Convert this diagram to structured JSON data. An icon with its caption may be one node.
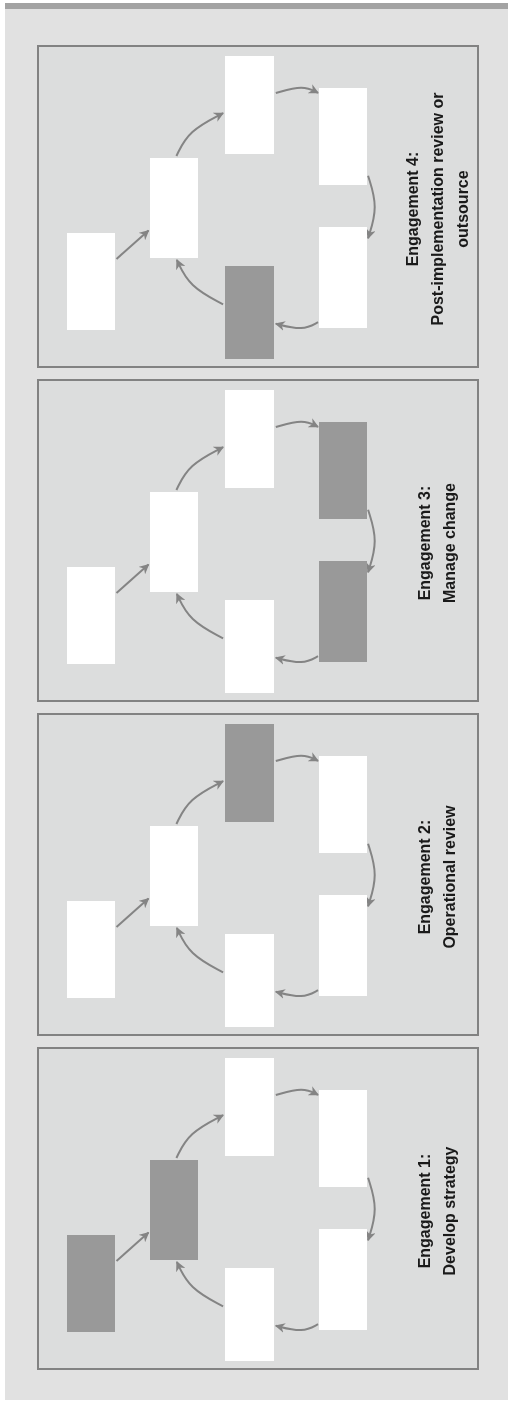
{
  "diagram": {
    "nodes": [
      {
        "text": [
          "Engagement 4:",
          "Post-implementation review or outsource"
        ]
      },
      {
        "text": [],
        "shape": "box",
        "in": 0
      },
      {
        "text": [],
        "shape": "box",
        "in": 0
      },
      {
        "text": [],
        "shape": "box",
        "in": 0
      },
      {
        "text": [],
        "shape": "box",
        "in": 0
      },
      {
        "text": [],
        "shape": "box",
        "in": 0
      },
      {
        "text": [],
        "shape": "box",
        "in": 0
      },
      {
        "text": [
          "Engagement 3:",
          "Manage change"
        ]
      },
      {
        "text": [],
        "shape": "box",
        "in": 7
      },
      {
        "text": [],
        "shape": "box",
        "in": 7
      },
      {
        "text": [],
        "shape": "box",
        "in": 7
      },
      {
        "text": [],
        "shape": "box",
        "in": 7
      },
      {
        "text": [],
        "shape": "box",
        "in": 7
      },
      {
        "text": [],
        "shape": "box",
        "in": 7
      },
      {
        "text": [
          "Engagement 2:",
          "Operational review"
        ]
      },
      {
        "text": [],
        "shape": "box",
        "in": 14
      },
      {
        "text": [],
        "shape": "box",
        "in": 14
      },
      {
        "text": [],
        "shape": "box",
        "in": 14
      },
      {
        "text": [],
        "shape": "box",
        "in": 14
      },
      {
        "text": [],
        "shape": "box",
        "in": 14
      },
      {
        "text": [],
        "shape": "box",
        "in": 14
      },
      {
        "text": [
          "Engagement 1:",
          "Develop strategy"
        ]
      },
      {
        "text": [],
        "shape": "box",
        "in": 21
      },
      {
        "text": [],
        "shape": "box",
        "in": 21
      },
      {
        "text": [],
        "shape": "box",
        "in": 21
      },
      {
        "text": [],
        "shape": "box",
        "in": 21
      },
      {
        "text": [],
        "shape": "box",
        "in": 21
      },
      {
        "text": [],
        "shape": "box",
        "in": 21
      }
    ],
    "edges": [
      {
        "from": 1,
        "to": 2,
        "arrow": "to"
      },
      {
        "from": 2,
        "to": 3,
        "arrow": "to"
      },
      {
        "from": 3,
        "to": 4,
        "arrow": "to"
      },
      {
        "from": 4,
        "to": 5,
        "arrow": "to"
      },
      {
        "from": 5,
        "to": 6,
        "arrow": "to"
      },
      {
        "from": 6,
        "to": 2,
        "arrow": "to"
      },
      {
        "from": 8,
        "to": 9,
        "arrow": "to"
      },
      {
        "from": 9,
        "to": 10,
        "arrow": "to"
      },
      {
        "from": 10,
        "to": 11,
        "arrow": "to"
      },
      {
        "from": 11,
        "to": 12,
        "arrow": "to"
      },
      {
        "from": 12,
        "to": 13,
        "arrow": "to"
      },
      {
        "from": 13,
        "to": 9,
        "arrow": "to"
      },
      {
        "from": 15,
        "to": 16,
        "arrow": "to"
      },
      {
        "from": 16,
        "to": 17,
        "arrow": "to"
      },
      {
        "from": 17,
        "to": 18,
        "arrow": "to"
      },
      {
        "from": 18,
        "to": 19,
        "arrow": "to"
      },
      {
        "from": 19,
        "to": 20,
        "arrow": "to"
      },
      {
        "from": 20,
        "to": 16,
        "arrow": "to"
      },
      {
        "from": 22,
        "to": 23,
        "arrow": "to"
      },
      {
        "from": 23,
        "to": 24,
        "arrow": "to"
      },
      {
        "from": 24,
        "to": 25,
        "arrow": "to"
      },
      {
        "from": 25,
        "to": 26,
        "arrow": "to"
      },
      {
        "from": 26,
        "to": 27,
        "arrow": "to"
      },
      {
        "from": 27,
        "to": 23,
        "arrow": "to"
      }
    ]
  }
}
